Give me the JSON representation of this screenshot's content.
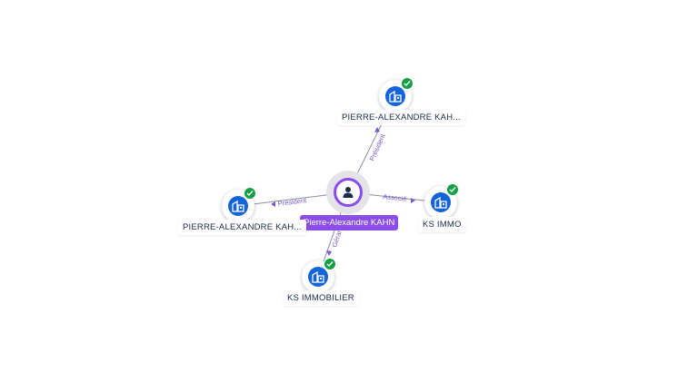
{
  "center": {
    "name": "Pierre-Alexandre KAHN",
    "icon": "person-icon",
    "color": "#8a4dea"
  },
  "companies": [
    {
      "name": "PIERRE-ALEXANDRE KAH...",
      "icon": "company-building-icon",
      "status": "verified-check-icon"
    },
    {
      "name": "PIERRE-ALEXANDRE KAH...",
      "icon": "company-building-icon",
      "status": "verified-check-icon"
    },
    {
      "name": "KS IMMO",
      "icon": "company-building-icon",
      "status": "verified-check-icon"
    },
    {
      "name": "KS IMMOBILIER",
      "icon": "company-building-icon",
      "status": "verified-check-icon"
    }
  ],
  "relations": [
    {
      "role": "Président"
    },
    {
      "role": "Président"
    },
    {
      "role": "Associé"
    },
    {
      "role": "Gérant"
    }
  ],
  "colors": {
    "company": "#1464d9",
    "verified": "#14a045",
    "edge": "#8a8fa3",
    "edge_label": "#7a5ad0"
  }
}
